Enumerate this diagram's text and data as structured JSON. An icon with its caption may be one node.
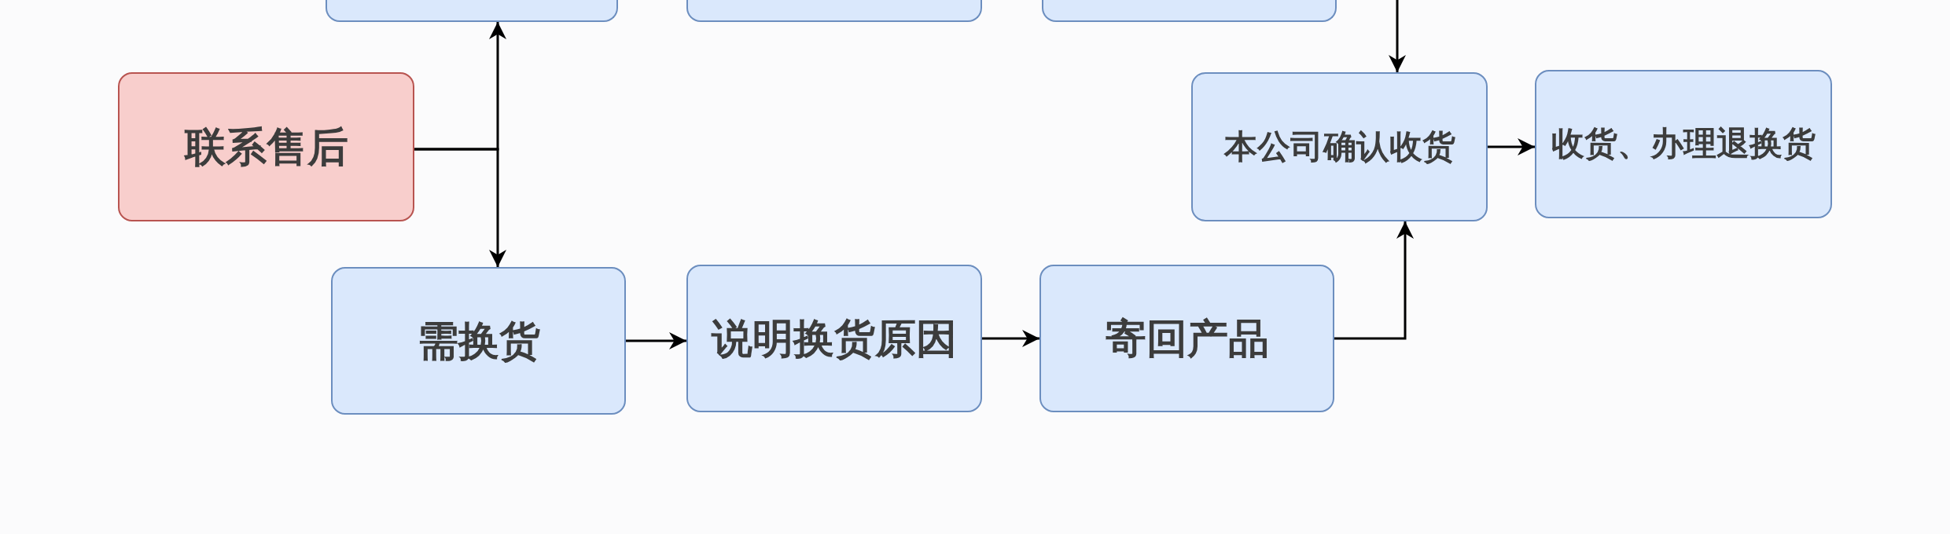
{
  "diagram": {
    "nodes": [
      {
        "text": [],
        "shape": "box"
      },
      {
        "text": [],
        "shape": "box"
      },
      {
        "text": [],
        "shape": "box"
      },
      {
        "text": [
          "联系售后"
        ]
      },
      {
        "text": [
          "本公司确认收货"
        ]
      },
      {
        "text": [
          "收货、办理退换货"
        ]
      },
      {
        "text": [
          "需换货"
        ]
      },
      {
        "text": [
          "说明换货原因"
        ]
      },
      {
        "text": [
          "寄回产品"
        ]
      }
    ],
    "edges": [
      {
        "from": 3,
        "to": 0,
        "arrow": "to"
      },
      {
        "from": 3,
        "to": 6,
        "arrow": "to"
      },
      {
        "from": 6,
        "to": 7,
        "arrow": "to"
      },
      {
        "from": 7,
        "to": 8,
        "arrow": "to"
      },
      {
        "from": 8,
        "to": 4,
        "arrow": "to"
      },
      {
        "from": null,
        "to": 4,
        "arrow": "to"
      },
      {
        "from": 4,
        "to": 5,
        "arrow": "to"
      }
    ]
  }
}
